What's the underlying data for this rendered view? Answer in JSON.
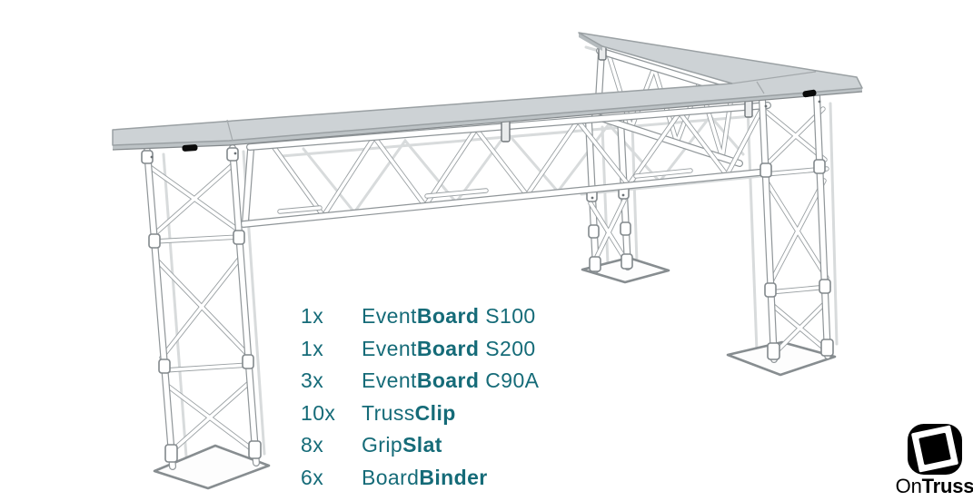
{
  "page": {
    "background": "#ffffff"
  },
  "parts_list": {
    "accent_color": "#156b78",
    "items": [
      {
        "qty": "1x",
        "name_regular": "Event",
        "name_bold": "Board",
        "variant": "S100"
      },
      {
        "qty": "1x",
        "name_regular": "Event",
        "name_bold": "Board",
        "variant": "S200"
      },
      {
        "qty": "3x",
        "name_regular": "Event",
        "name_bold": "Board",
        "variant": "C90A"
      },
      {
        "qty": "10x",
        "name_regular": "Truss",
        "name_bold": "Clip",
        "variant": ""
      },
      {
        "qty": "8x",
        "name_regular": "Grip",
        "name_bold": "Slat",
        "variant": ""
      },
      {
        "qty": "6x",
        "name_regular": "Board",
        "name_bold": "Binder",
        "variant": ""
      }
    ]
  },
  "logo": {
    "brand_regular": "On",
    "brand_bold": "Truss",
    "color": "#000000",
    "mark_icon": "nested-rotated-squares-mark"
  },
  "illustration": {
    "board_color": "#cdd2d5",
    "line_color": "#8f9598",
    "clip_color": "#0a0a0a"
  }
}
